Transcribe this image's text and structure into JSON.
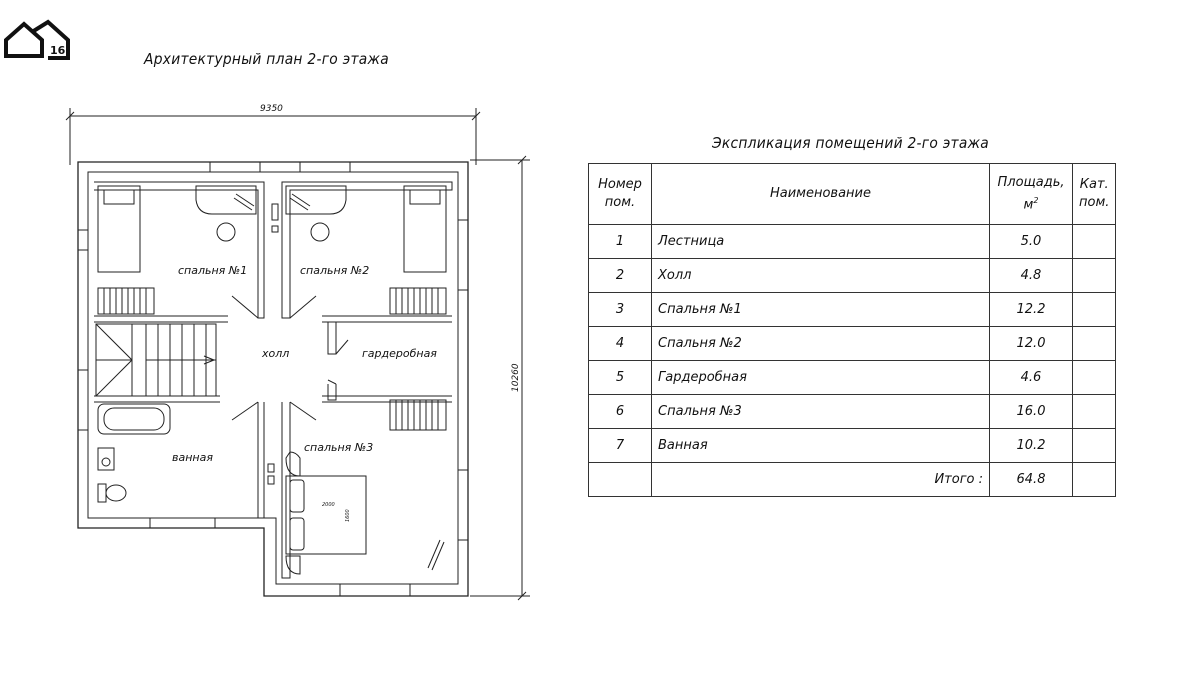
{
  "logo": {
    "badge": "16"
  },
  "plan": {
    "title": "Архитектурный план 2-го этажа",
    "dim_width": "9350",
    "dim_height": "10260",
    "bed_dim_length": "2000",
    "bed_dim_width": "1600",
    "rooms": {
      "bedroom1": "спальня №1",
      "bedroom2": "спальня №2",
      "bedroom3": "спальня №3",
      "hall": "холл",
      "wardrobe": "гардеробная",
      "bath": "ванная"
    }
  },
  "explication": {
    "title": "Экспликация помещений 2-го этажа",
    "headers": {
      "num_line1": "Номер",
      "num_line2": "пом.",
      "name": "Наименование",
      "area_line1": "Площадь,",
      "area_line2": "м",
      "area_sup": "2",
      "cat_line1": "Кат.",
      "cat_line2": "пом."
    },
    "rows": [
      {
        "num": "1",
        "name": "Лестница",
        "area": "5.0",
        "cat": ""
      },
      {
        "num": "2",
        "name": "Холл",
        "area": "4.8",
        "cat": ""
      },
      {
        "num": "3",
        "name": "Спальня №1",
        "area": "12.2",
        "cat": ""
      },
      {
        "num": "4",
        "name": "Спальня №2",
        "area": "12.0",
        "cat": ""
      },
      {
        "num": "5",
        "name": "Гардеробная",
        "area": "4.6",
        "cat": ""
      },
      {
        "num": "6",
        "name": "Спальня №3",
        "area": "16.0",
        "cat": ""
      },
      {
        "num": "7",
        "name": "Ванная",
        "area": "10.2",
        "cat": ""
      }
    ],
    "total_label": "Итого :",
    "total_value": "64.8"
  }
}
